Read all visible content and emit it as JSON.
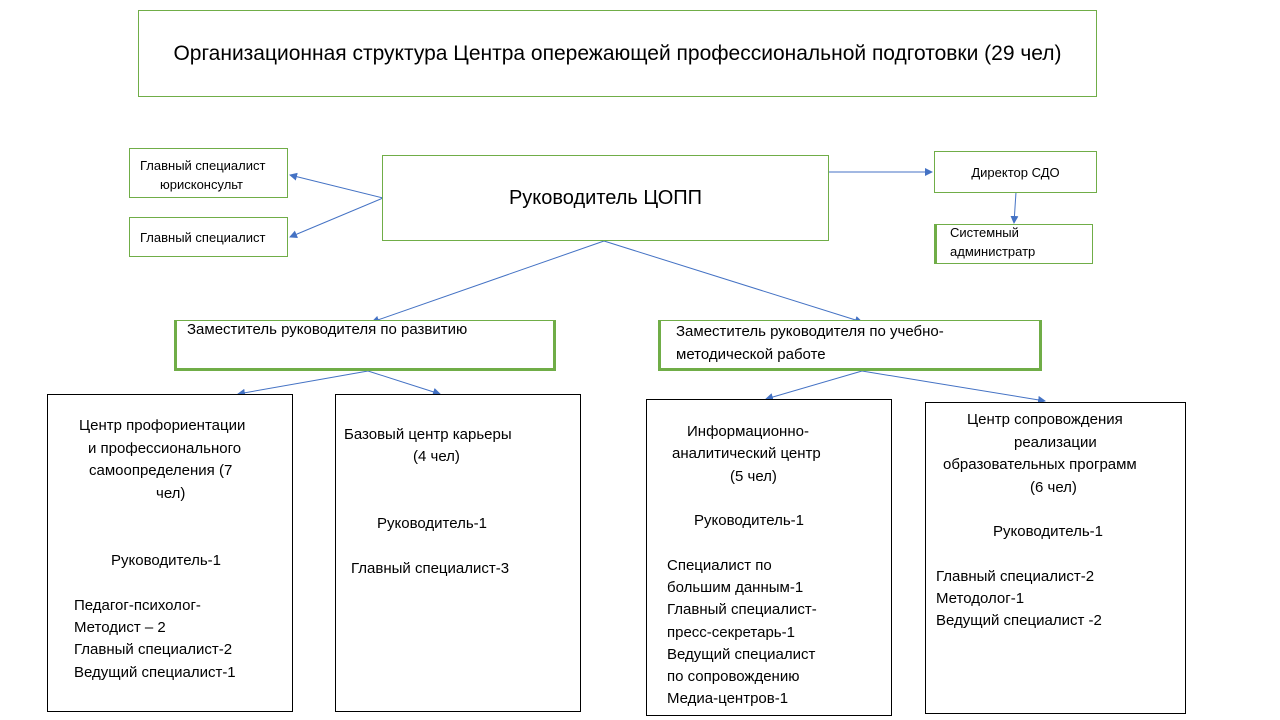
{
  "title": "Организационная структура Центра опережающей профессиональной подготовки (29 чел)",
  "head": "Руководитель ЦОПП",
  "left_positions": {
    "legal_line1": "Главный специалист",
    "legal_line2": "юрисконсульт",
    "specialist": "Главный специалист"
  },
  "right_positions": {
    "director": "Директор СДО",
    "sysadmin_line1": "Системный",
    "sysadmin_line2": "администратр"
  },
  "deputies": {
    "development": "Заместитель руководителя по развитию",
    "methodical_line1": "Заместитель руководителя по учебно-",
    "methodical_line2": "методической работе"
  },
  "units": {
    "career_guidance": {
      "name_lines": [
        "Центр профориентации",
        "и профессионального",
        "самоопределения (7",
        "чел)"
      ],
      "head": "Руководитель-1",
      "staff": [
        "Педагог-психолог-",
        "Методист – 2",
        "Главный специалист-2",
        "Ведущий специалист-1"
      ]
    },
    "career_center": {
      "name_lines": [
        "Базовый центр карьеры",
        "(4 чел)"
      ],
      "head": "Руководитель-1",
      "staff": [
        "Главный специалист-3"
      ]
    },
    "analytics_center": {
      "name_lines": [
        "Информационно-",
        "аналитический центр",
        "(5 чел)"
      ],
      "head": "Руководитель-1",
      "staff": [
        "Специалист по",
        "большим данным-1",
        "Главный специалист-",
        "пресс-секретарь-1",
        "Ведущий специалист",
        "по сопровождению",
        "Медиа-центров-1"
      ]
    },
    "support_center": {
      "name_lines": [
        "Центр сопровождения",
        "реализации",
        "образовательных программ",
        "(6 чел)"
      ],
      "head": "Руководитель-1",
      "staff": [
        "Главный специалист-2",
        "Методолог-1",
        "Ведущий специалист -2"
      ]
    }
  },
  "colors": {
    "box_border_green": "#70ad47",
    "box_border_black": "#000000",
    "connector": "#4472c4"
  }
}
